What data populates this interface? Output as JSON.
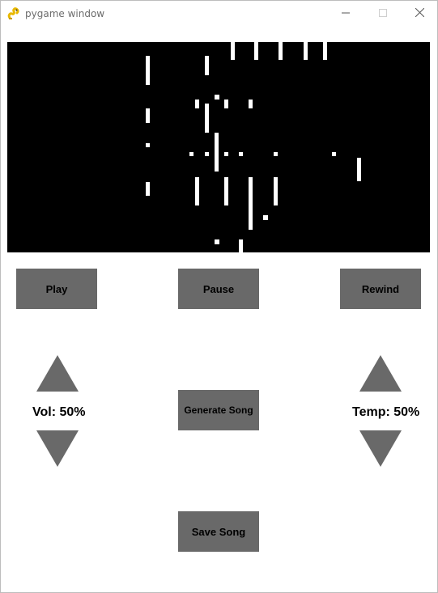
{
  "window": {
    "title": "pygame window",
    "icon": "pygame-snake-icon"
  },
  "title_controls": {
    "minimize_icon": "minimize-icon",
    "maximize_icon": "maximize-icon",
    "close_icon": "close-icon"
  },
  "colors": {
    "visualizer_bg": "#000000",
    "note_color": "#ffffff",
    "button_bg": "#696969",
    "arrow_color": "#696969"
  },
  "transport": {
    "play_label": "Play",
    "pause_label": "Pause",
    "rewind_label": "Rewind"
  },
  "volume": {
    "label": "Vol: 50%",
    "up_icon": "triangle-up-icon",
    "down_icon": "triangle-down-icon"
  },
  "tempo": {
    "label": "Temp: 50%",
    "up_icon": "triangle-up-icon",
    "down_icon": "triangle-down-icon"
  },
  "actions": {
    "generate_label": "Generate Song",
    "save_label": "Save Song"
  }
}
